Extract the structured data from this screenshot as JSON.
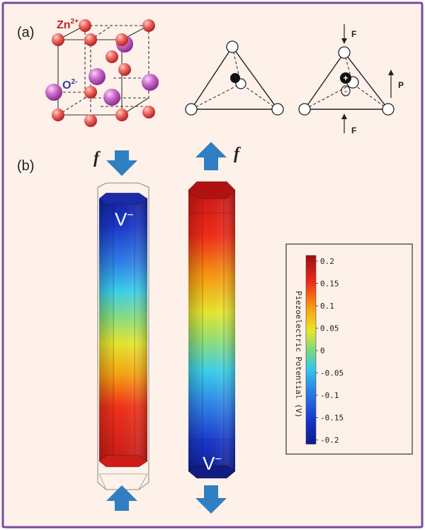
{
  "panel_a": {
    "label": "(a)",
    "cation_label": "Zn",
    "cation_charge": "2+",
    "anion_label": "O",
    "anion_charge": "2-",
    "force_label_top": "F",
    "force_label_bottom": "F",
    "polarization_label": "P",
    "plus_sign": "+",
    "minus_sign": "-"
  },
  "panel_b": {
    "label": "(b)",
    "force_label_left": "f",
    "force_label_right": "f",
    "nanowire_left_label": "V",
    "nanowire_right_label": "V",
    "superscript_minus": "−"
  },
  "colorbar": {
    "title": "Piezoelectric Potential (V)",
    "ticks": [
      "0.2",
      "0.15",
      "0.1",
      "0.05",
      "0",
      "-0.05",
      "-0.1",
      "-0.15",
      "-0.2"
    ],
    "tick_values": [
      0.2,
      0.15,
      0.1,
      0.05,
      0,
      -0.05,
      -0.1,
      -0.15,
      -0.2
    ],
    "range": [
      -0.2,
      0.2
    ]
  },
  "colors": {
    "border": "#7a4a9a",
    "background": "#fdf1ea",
    "cation": "#e84c4c",
    "anion": "#c85ac8",
    "arrow": "#2f7fc2"
  }
}
